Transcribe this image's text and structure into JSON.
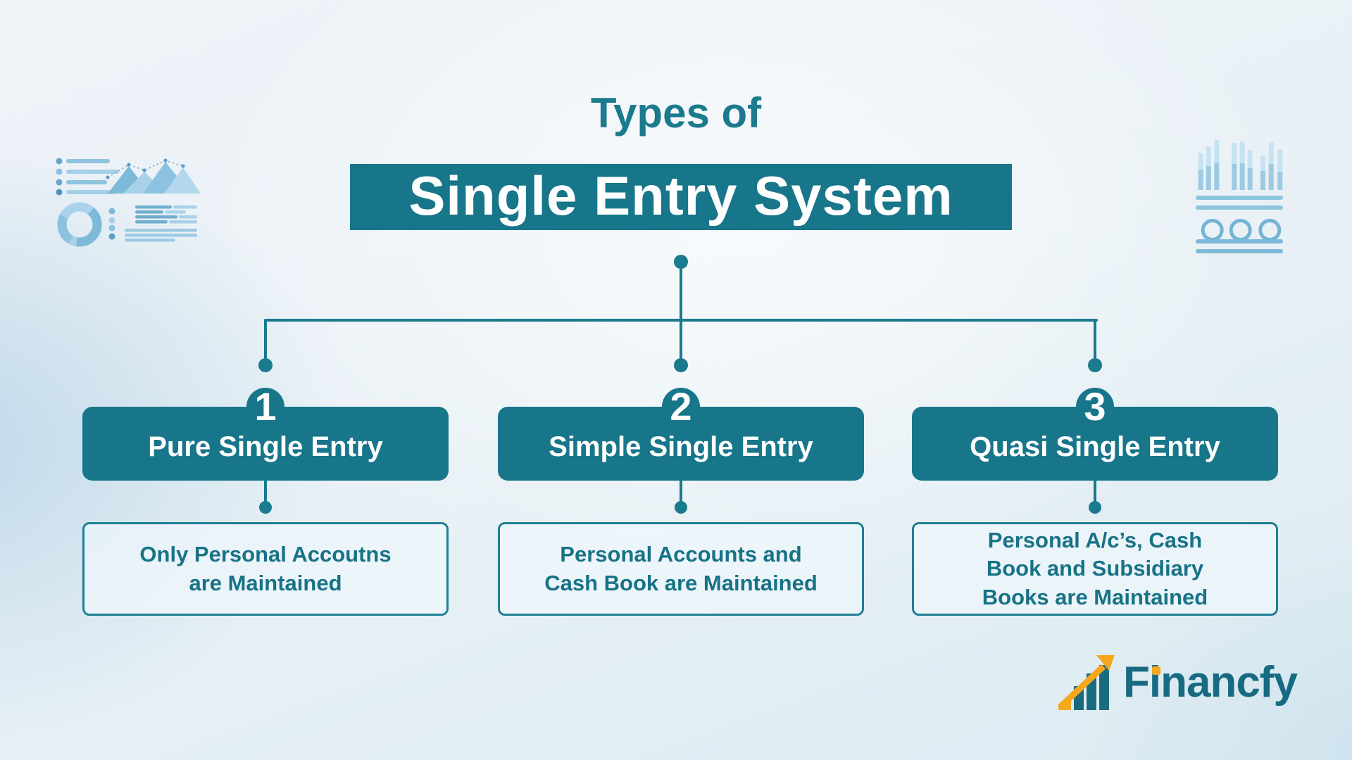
{
  "title": {
    "prefix": "Types of",
    "main": "Single Entry System"
  },
  "branches": [
    {
      "number": "1",
      "name": "Pure Single Entry",
      "description": "Only Personal Accoutns\nare Maintained"
    },
    {
      "number": "2",
      "name": "Simple Single Entry",
      "description": "Personal Accounts and\nCash Book are Maintained"
    },
    {
      "number": "3",
      "name": "Quasi Single Entry",
      "description": "Personal A/c’s, Cash\nBook and Subsidiary\nBooks are Maintained"
    }
  ],
  "logo": {
    "text": "Financfy"
  },
  "icons": {
    "top_left": "dashboard-illustration",
    "top_right": "bar-chart-illustration",
    "logo": "growth-bars-arrow-icon"
  },
  "colors": {
    "teal": "#17768a",
    "connector_teal": "#1a7a8e",
    "text_teal": "#177286",
    "logo_teal": "#186a82",
    "accent_orange": "#f6a81c",
    "illustration_blue": "#8fc3e0",
    "background_light": "#eff3f8",
    "background_blue": "#dcebf2"
  }
}
